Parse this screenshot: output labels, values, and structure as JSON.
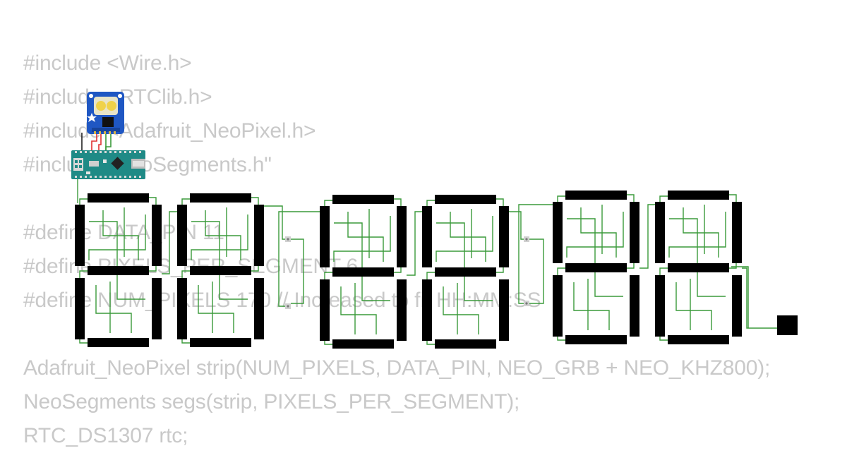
{
  "code_lines": [
    "#include <Wire.h>",
    "#include <RTClib.h>",
    "#include <Adafruit_NeoPixel.h>",
    "#include \"NeoSegments.h\"",
    "",
    "#define DATA_PIN 11",
    "#define PIXELS_PER_SEGMENT 6",
    "#define NUM_PIXELS 170 // Increased to fit HH:MM:SS",
    "",
    "Adafruit_NeoPixel strip(NUM_PIXELS, DATA_PIN, NEO_GRB + NEO_KHZ800);",
    "NeoSegments segs(strip, PIXELS_PER_SEGMENT);",
    "RTC_DS1307 rtc;"
  ],
  "components": {
    "rtc_module": {
      "icon": "rtc-module-icon",
      "board_color": "#1f57c3"
    },
    "microcontroller": {
      "icon": "arduino-nano-icon",
      "board_color": "#1f8a86"
    }
  },
  "display": {
    "digit_count": 6,
    "separators": [
      "colon",
      "colon"
    ],
    "trailing_dot": true,
    "segment_color": "#000000",
    "wire_color": "#3a9a3a"
  },
  "colors": {
    "code_text": "#c9c9c9",
    "wire_green": "#3a9a3a",
    "wire_red": "#e03030",
    "wire_black": "#222222"
  }
}
